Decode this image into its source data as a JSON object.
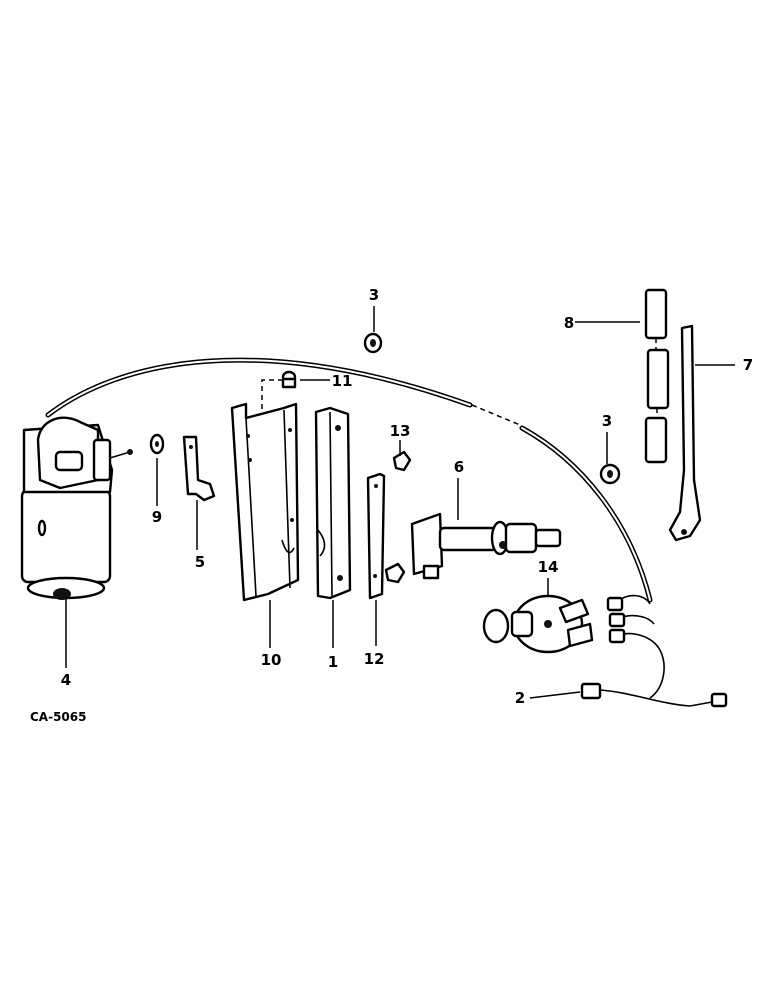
{
  "drawing_code": "CA-5065",
  "callouts": {
    "c1": "1",
    "c2": "2",
    "c3a": "3",
    "c3b": "3",
    "c4": "4",
    "c5": "5",
    "c6": "6",
    "c7": "7",
    "c8": "8",
    "c9": "9",
    "c10": "10",
    "c11": "11",
    "c12": "12",
    "c13": "13",
    "c14": "14"
  }
}
